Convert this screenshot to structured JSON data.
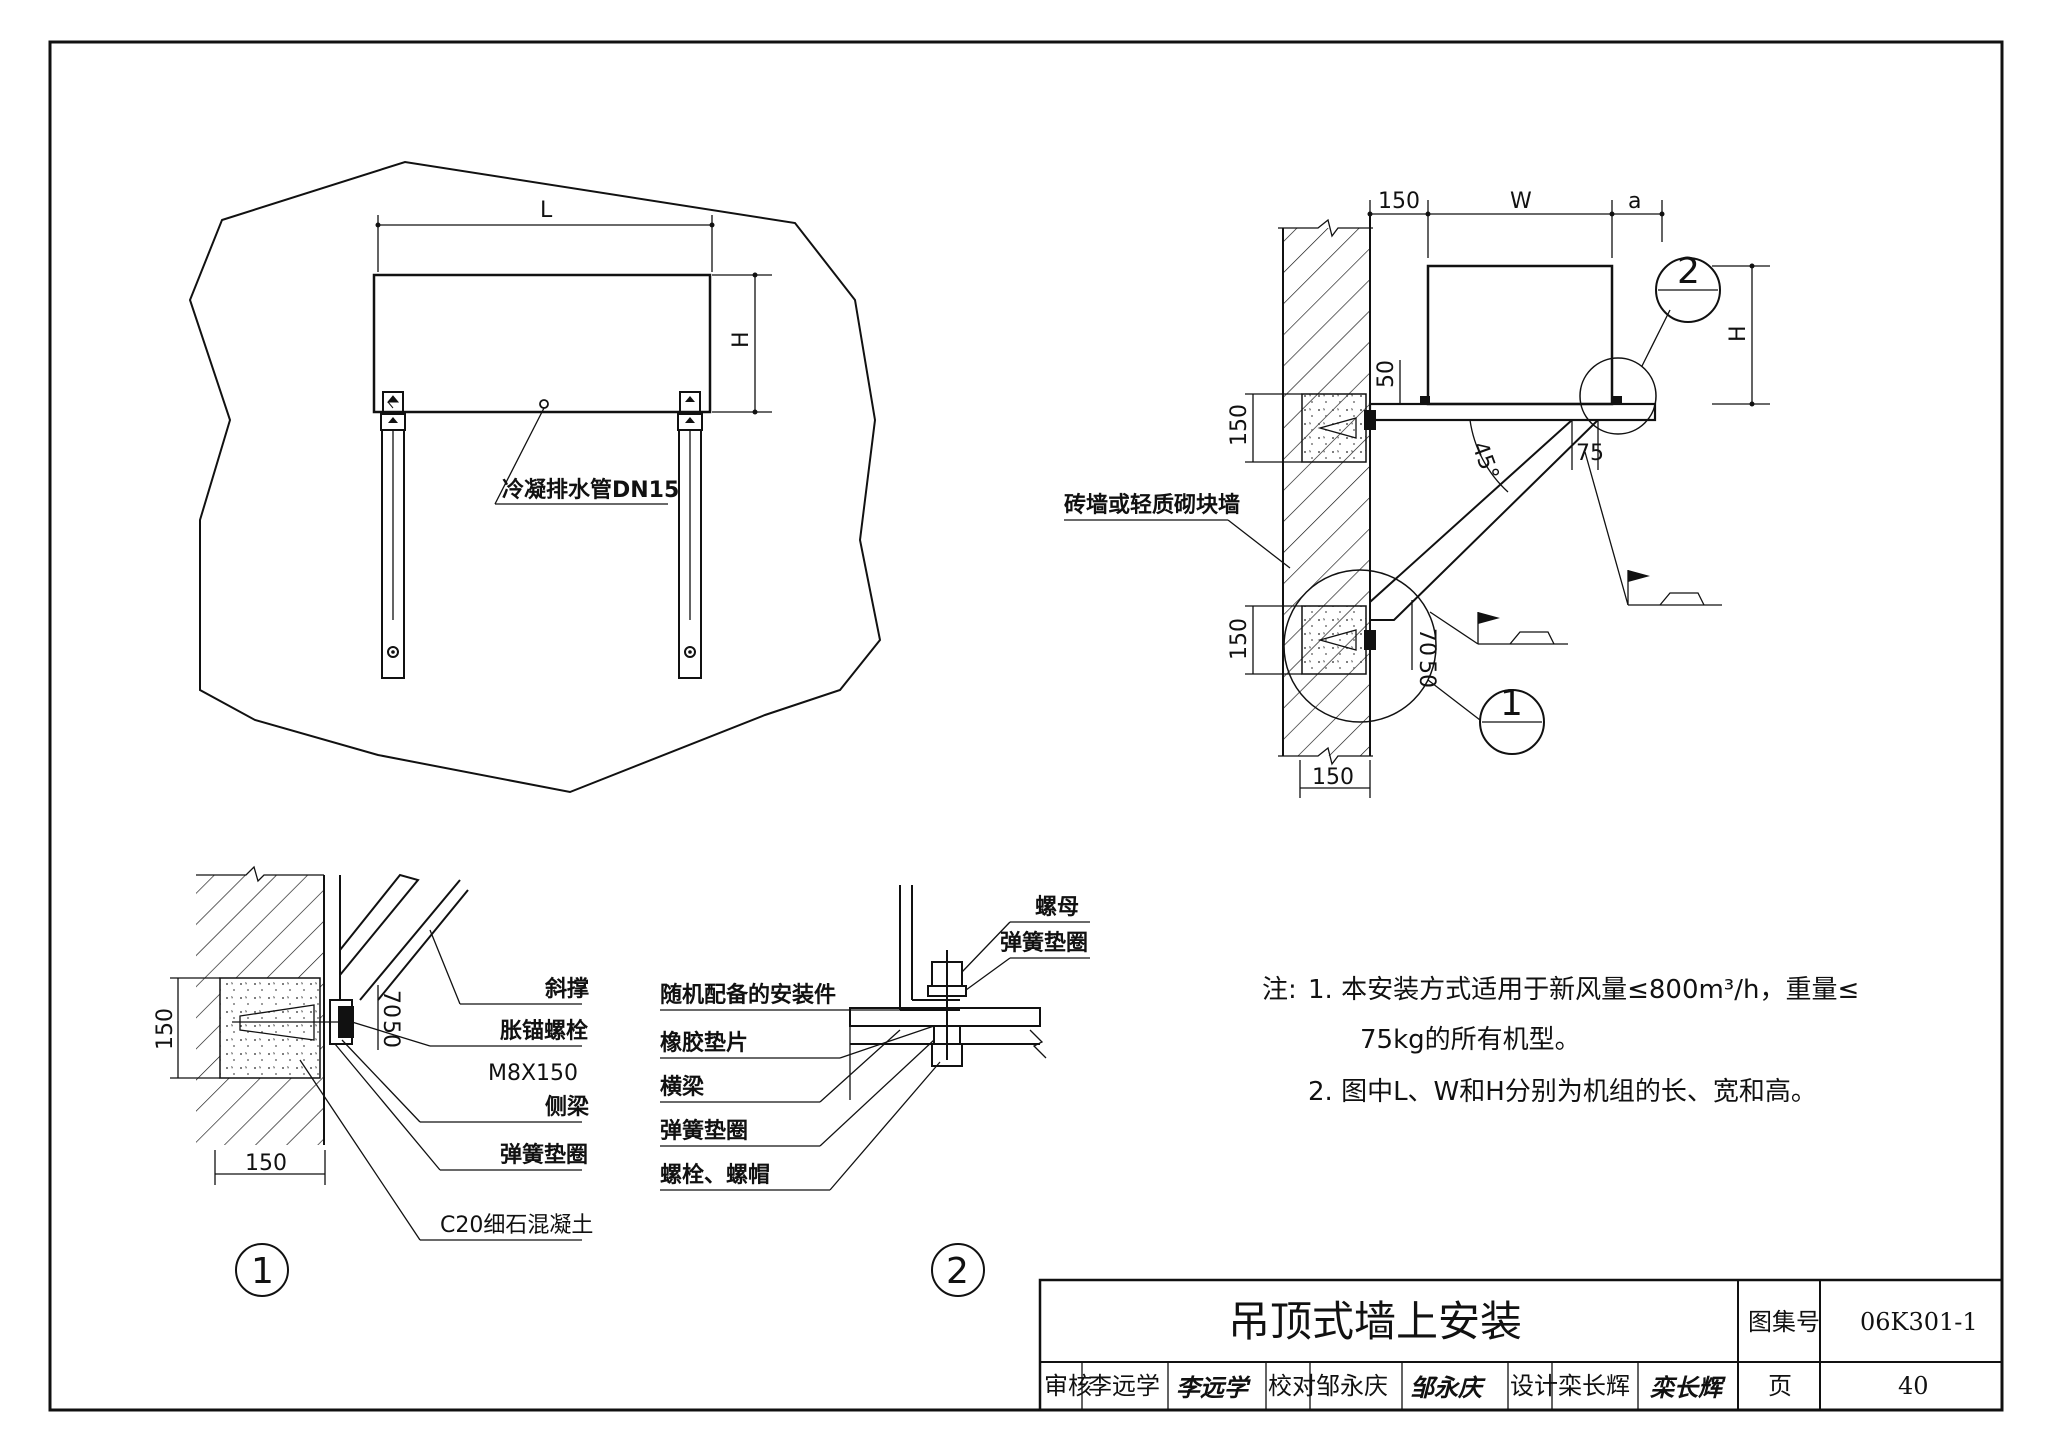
{
  "front_view": {
    "dim_L": "L",
    "dim_H": "H",
    "drain_label": "冷凝排水管DN15"
  },
  "side_view": {
    "dim_top_150": "150",
    "dim_W": "W",
    "dim_a": "a",
    "dim_H": "H",
    "dim_50": "50",
    "dim_150_upper": "150",
    "dim_45": "45°",
    "dim_75": "75",
    "wall_label": "砖墙或轻质砌块墙",
    "dim_150_lower": "150",
    "dim_70": "70",
    "dim_50_lower": "50",
    "dim_150_bottom": "150",
    "detail_ref_1": "1",
    "detail_ref_2": "2"
  },
  "detail_1": {
    "dim_150_vert": "150",
    "dim_70": "70",
    "dim_50": "50",
    "dim_150_horiz": "150",
    "labels": [
      "斜撑",
      "胀锚螺栓",
      "M8X150",
      "侧梁",
      "弹簧垫圈",
      "C20细石混凝土"
    ],
    "number": "1"
  },
  "detail_2": {
    "labels_right": [
      "螺母",
      "弹簧垫圈"
    ],
    "labels_left": [
      "随机配备的安装件",
      "橡胶垫片",
      "横梁",
      "弹簧垫圈",
      "螺栓、螺帽"
    ],
    "number": "2"
  },
  "notes": {
    "prefix": "注:",
    "line1": "1. 本安装方式适用于新风量≤800m³/h，重量≤",
    "line1b": "75kg的所有机型。",
    "line2": "2. 图中L、W和H分别为机组的长、宽和高。"
  },
  "title_block": {
    "title": "吊顶式墙上安装",
    "atlas_label": "图集号",
    "atlas_value": "06K301-1",
    "review_label": "审核",
    "review_name": "李远学",
    "check_label": "校对",
    "check_name": "邹永庆",
    "design_label": "设计",
    "design_name": "栾长辉",
    "page_label": "页",
    "page_value": "40"
  }
}
